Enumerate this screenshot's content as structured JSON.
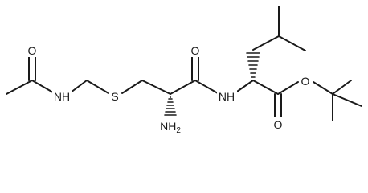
{
  "atoms": {
    "acetyl_oxygen": "O",
    "amide_nitrogen_1": "NH",
    "sulfur": "S",
    "amide_oxygen": "O",
    "amino_nitrogen": "NH",
    "amino_subscript": "2",
    "amide_nitrogen_2": "NH",
    "ester_oxygen": "O",
    "carbonyl_oxygen": "O"
  }
}
